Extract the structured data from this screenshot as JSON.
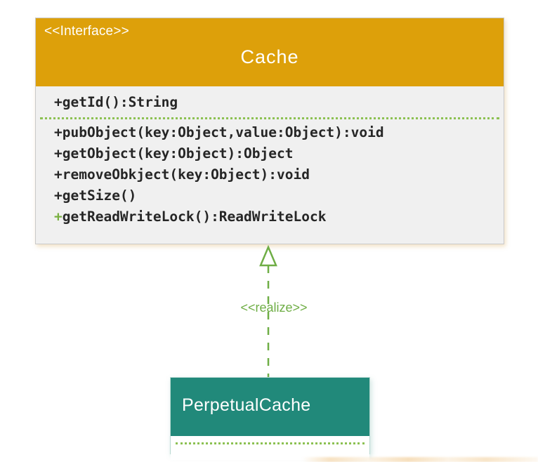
{
  "diagram": {
    "type": "uml-class-diagram",
    "background_color": "#ffffff",
    "interface": {
      "stereotype": "<<Interface>>",
      "name": "Cache",
      "header_color": "#dda00a",
      "header_text_color": "#ffffff",
      "body_color": "#f0f0f0",
      "attributes": [
        {
          "visibility": "+",
          "text": "getId():String",
          "visibility_color": "#262626"
        }
      ],
      "operations": [
        {
          "visibility": "+",
          "text": "pubObject(key:Object,value:Object):void",
          "visibility_color": "#262626"
        },
        {
          "visibility": "+",
          "text": "getObject(key:Object):Object",
          "visibility_color": "#262626"
        },
        {
          "visibility": "+",
          "text": "removeObkject(key:Object):void",
          "visibility_color": "#262626"
        },
        {
          "visibility": "+",
          "text": "getSize()",
          "visibility_color": "#262626"
        },
        {
          "visibility": "+",
          "text": "getReadWriteLock():ReadWriteLock",
          "visibility_color": "#79b041"
        }
      ],
      "separator_color": "#8cc152"
    },
    "relationship": {
      "kind": "realization",
      "label": "<<realize>>",
      "line_style": "dashed",
      "arrow_style": "hollow-triangle",
      "color": "#6fae46"
    },
    "implementation": {
      "name": "PerpetualCache",
      "header_color": "#21897a",
      "header_text_color": "#ffffff",
      "body_color": "#ffffff",
      "separator_color": "#8cc152",
      "members": []
    }
  }
}
